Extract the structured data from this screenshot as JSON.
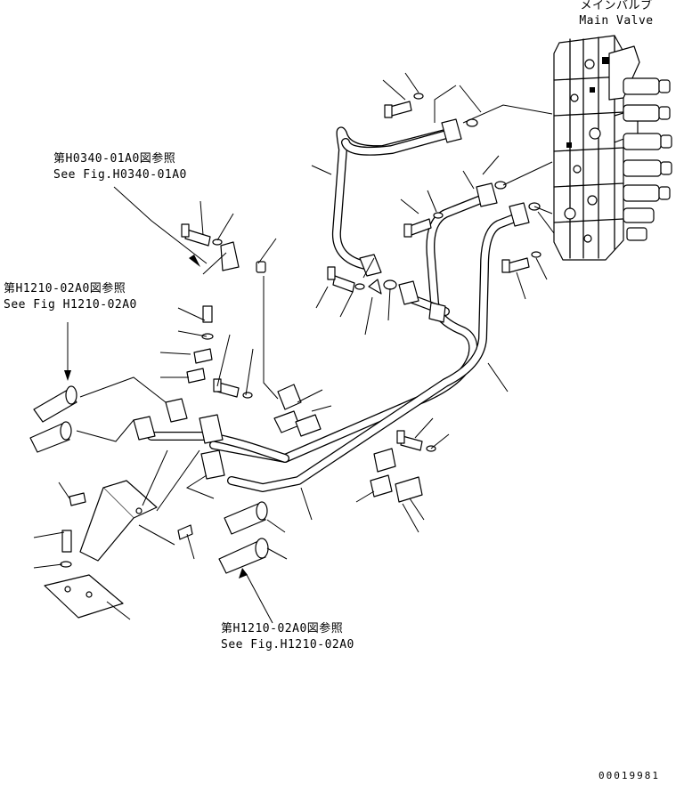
{
  "labels": {
    "main_valve_jp": "メインバルブ",
    "main_valve_en": "Main Valve",
    "ref1_jp": "第H0340-01A0図参照",
    "ref1_en": "See Fig.H0340-01A0",
    "ref2_jp": "第H1210-02A0図参照",
    "ref2_en": "See Fig H1210-02A0",
    "ref3_jp": "第H1210-02A0図参照",
    "ref3_en": "See Fig.H1210-02A0",
    "drawing_number": "00019981"
  },
  "colors": {
    "line": "#000000",
    "background": "#ffffff"
  }
}
